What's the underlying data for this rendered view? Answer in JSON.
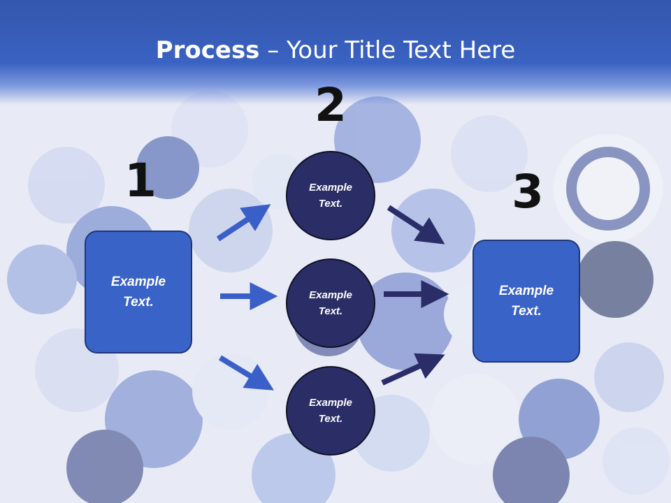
{
  "title": {
    "bold": "Process",
    "rest": " – Your Title Text Here"
  },
  "steps": {
    "one": "1",
    "two": "2",
    "three": "3"
  },
  "left_box": {
    "text": "Example\nText."
  },
  "middle_circles": [
    {
      "text": "Example\nText."
    },
    {
      "text": "Example\nText."
    },
    {
      "text": "Example\nText."
    }
  ],
  "right_box": {
    "text": "Example\nText."
  },
  "colors": {
    "header": "#3a62c2",
    "box_fill": "#3a63c8",
    "circle_fill": "#2b2e66",
    "left_arrow": "#3a5fc8",
    "right_arrow": "#2a2d68"
  }
}
